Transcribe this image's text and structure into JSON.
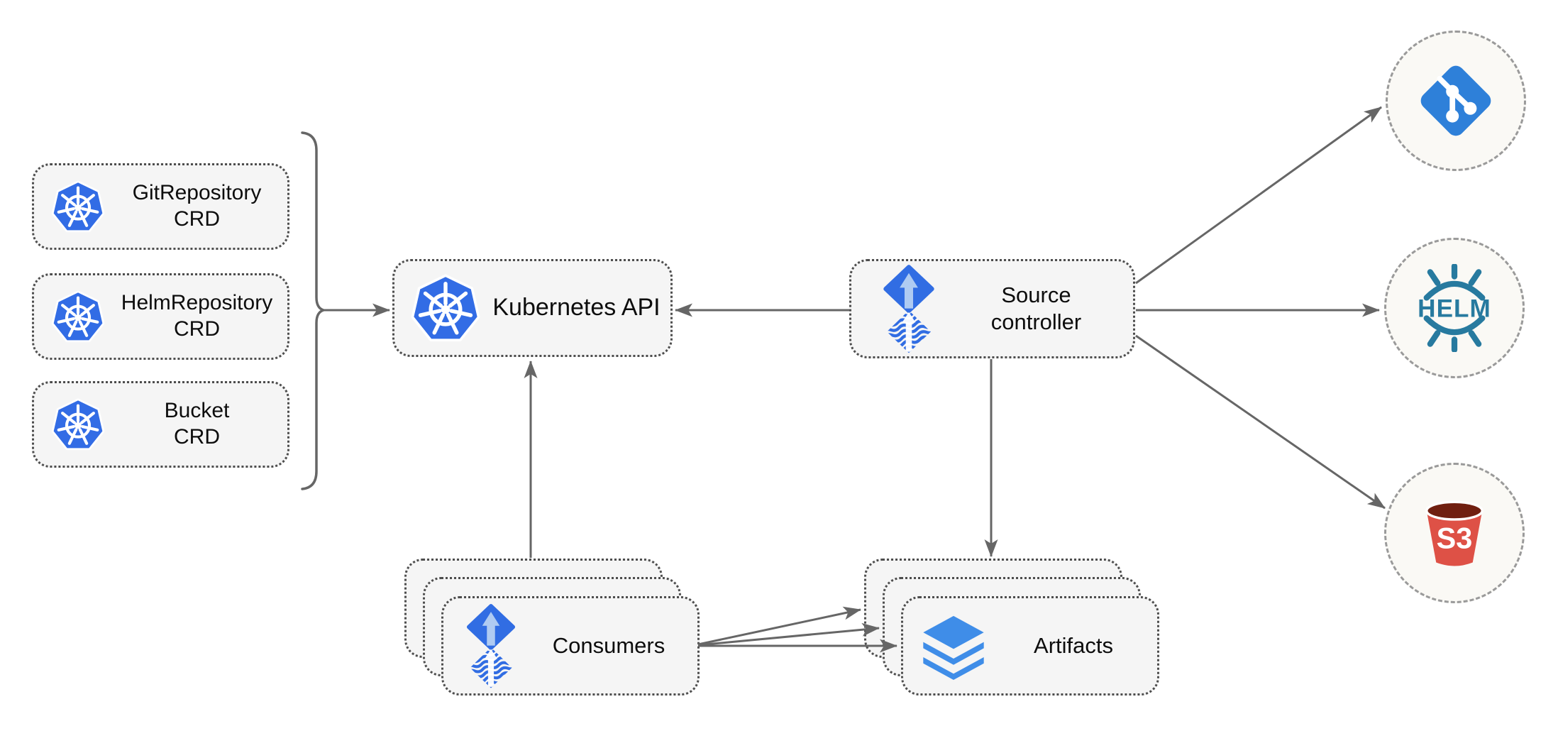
{
  "colors": {
    "box_fill": "#F5F5F5",
    "box_border": "#4D4D4D",
    "circle_fill": "#FAF9F5",
    "circle_border": "#9A9A9A",
    "line": "#666666",
    "text": "#0D0D0D",
    "kubernetes_blue": "#326CE5",
    "flux_blue": "#316DE3",
    "flux_arrow_light": "#AFCBF2",
    "layers_blue": "#3F8DE8",
    "git_blue": "#2E80D9",
    "helm_teal": "#277A9F",
    "s3_red": "#DE5146",
    "s3_dark": "#701F10"
  },
  "nodes": {
    "crd_boxes": [
      {
        "line1": "GitRepository",
        "line2": "CRD"
      },
      {
        "line1": "HelmRepository",
        "line2": "CRD"
      },
      {
        "line1": "Bucket",
        "line2": "CRD"
      }
    ],
    "kubernetes_api": {
      "label": "Kubernetes API"
    },
    "source_controller": {
      "line1": "Source",
      "line2": "controller"
    },
    "consumers": {
      "label": "Consumers"
    },
    "artifacts": {
      "label": "Artifacts"
    },
    "helm": {
      "label": "HELM"
    },
    "s3": {
      "label": "S3"
    }
  }
}
